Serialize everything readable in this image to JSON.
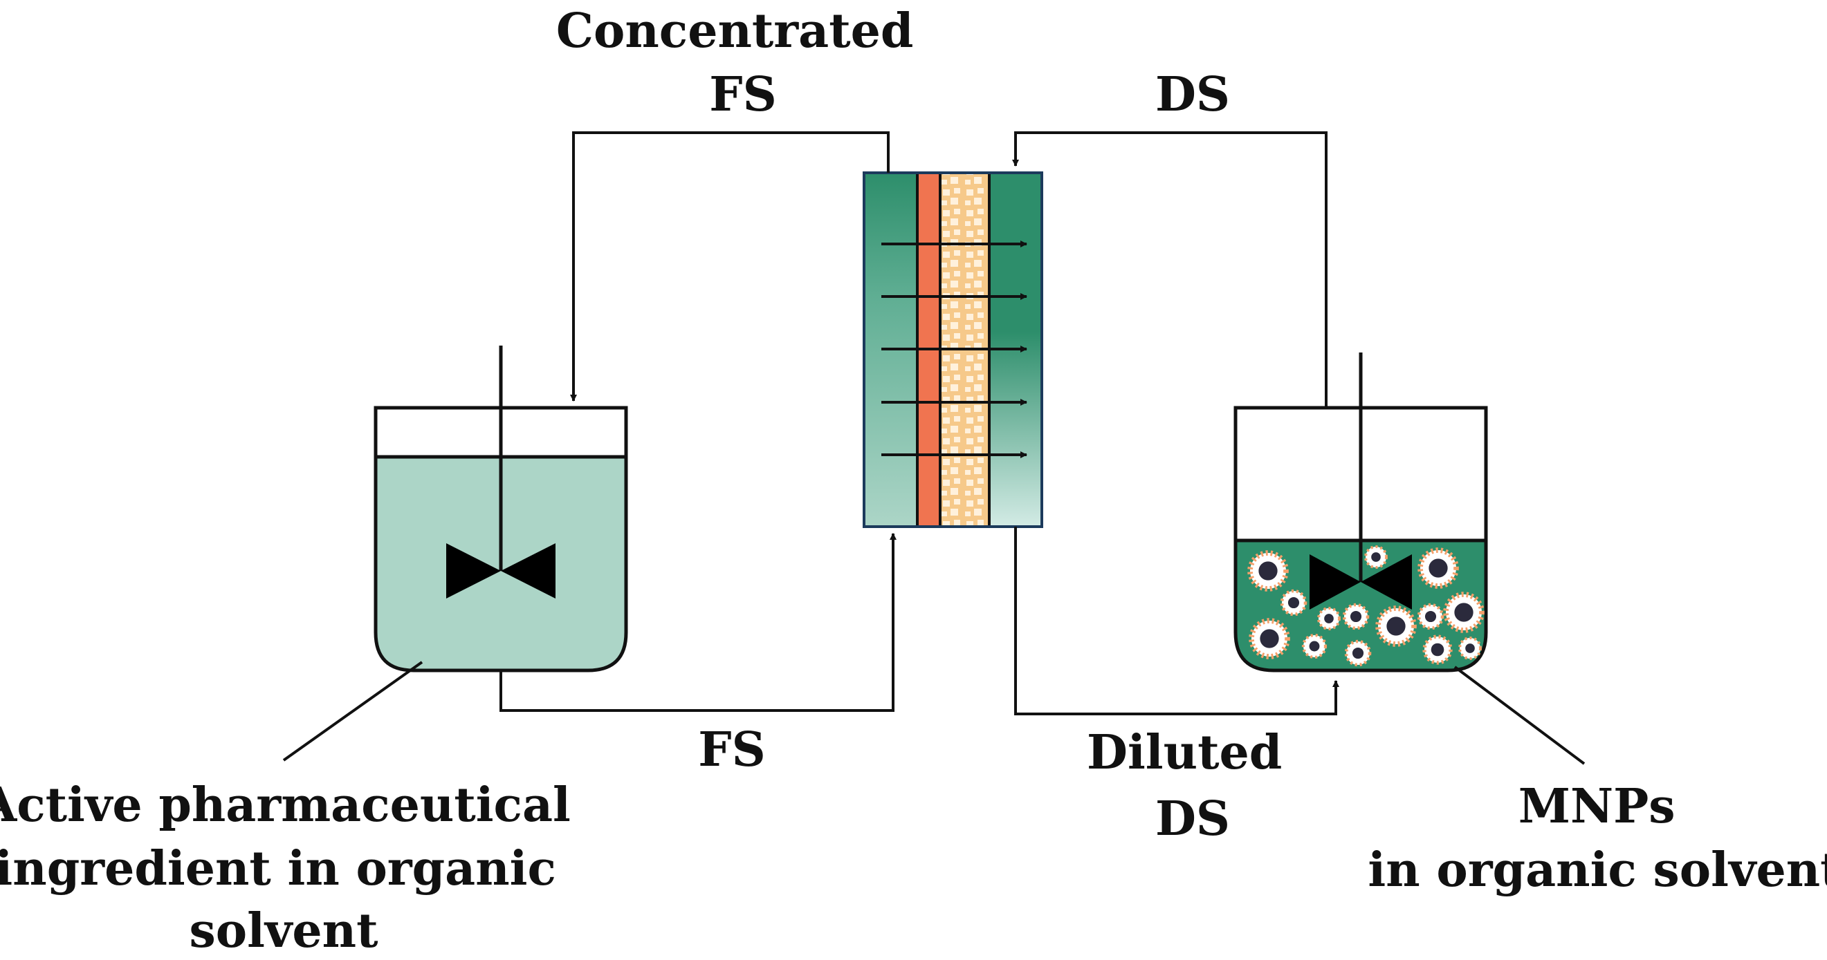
{
  "labels": {
    "concentrated_fs": [
      "Concentrated",
      "FS"
    ],
    "ds": "DS",
    "fs": "FS",
    "diluted_ds": [
      "Diluted",
      "DS"
    ],
    "api": [
      "Active pharmaceutical",
      "ingredient in organic",
      "solvent"
    ],
    "mnps": [
      "MNPs",
      "in organic solvent"
    ]
  },
  "colors": {
    "feed_solution": "#acd5c7",
    "draw_solution": "#2d8e6b",
    "draw_solution_light": "#d3ebe5",
    "active_layer": "#f07450",
    "support_layer": "#f6c98a",
    "membrane_outline": "#1c3a5c",
    "nanoparticle_core": "#2b2a3c",
    "nanoparticle_coating": "#f4a06a"
  },
  "icons": {
    "stirrer": "bowtie-impeller-icon",
    "flow_arrow": "arrowhead-icon"
  }
}
